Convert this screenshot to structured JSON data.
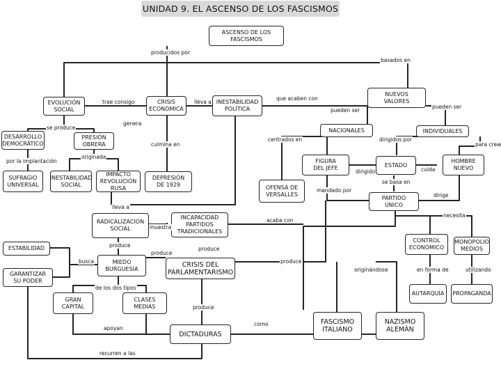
{
  "title": "UNIDAD 9. EL ASCENSO DE LOS FASCISMOS",
  "nodes": {
    "ascenso": "ASCENSO DE LOS\nFASCISMOS",
    "evolucion": "EVOLUCIÓN\nSOCIAL",
    "crisis_economica": "CRISIS\nECONÓMICA",
    "inestabilidad_politica": "INESTABILIDAD\nPOLÍTICA",
    "nuevos_valores": "NUEVOS\nVALORES",
    "desarrollo": "DESARROLLO\nDEMOCRÁTICO",
    "presion": "PRESIÓN\nOBRERA",
    "nacionales": "NACIONALES",
    "individuales": "INDIVIDUALES",
    "figura_jefe": "FIGURA\nDEL JEFE",
    "estado": "ESTADO",
    "hombre_nuevo": "HOMBRE\nNUEVO",
    "sufragio": "SUFRAGIO\nUNIVERSAL",
    "inestabilidad_social": "INESTABILIDAD\nSOCIAL",
    "impacto": "IMPACTO\nREVOLUCIÓN\nRUSA",
    "depresion": "DEPRESIÓN\nDE 1929",
    "ofensa": "OFENSA DE\nVERSALLES",
    "partido_unico": "PARTIDO\nÚNICO",
    "radicalizacion": "RADICALIZACIÓN\nSOCIAL",
    "incapacidad": "INCAPACIDAD\nPARTIDOS\nTRADICIONALES",
    "estabilidad": "ESTABILIDAD",
    "garantizar": "GARANTIZAR\nSU PODER",
    "miedo": "MIEDO\nBURGUESÍA",
    "crisis_parlamentarismo": "CRISIS DEL\nPARLAMENTARISMO",
    "control_economico": "CONTROL\nECONÓMICO",
    "monopolio": "MONOPOLIO\nMEDIOS",
    "gran_capital": "GRAN\nCAPITAL",
    "clases_medias": "CLASES\nMEDIAS",
    "autarquia": "AUTARQUÍA",
    "propaganda": "PROPAGANDA",
    "fascismo_italiano": "FASCISMO\nITALIANO",
    "nazismo_aleman": "NAZISMO\nALEMÁN",
    "dictaduras": "DICTADURAS"
  },
  "labels": {
    "producidos_por": "producidos por",
    "basados_en": "basados en",
    "trae_consigo": "trae consigo",
    "lleva_a_1": "lleva a",
    "que_acaben_con": "que acaben con",
    "pueden_ser_1": "pueden ser",
    "pueden_ser_2": "pueden ser",
    "se_produce": "se produce",
    "genera": "genera",
    "culmina_en": "culmina en",
    "centrados_en": "centrados en",
    "dirigidos_por": "dirigidos por",
    "para_crear": "para crear",
    "por_la_implantacion": "por la implantación",
    "originada": "originada",
    "dirigido": "dirigido",
    "cuida": "cuida",
    "se_basa_en": "se basa en",
    "mandado_por": "mandado por",
    "dirige": "dirige",
    "lleva_a_2": "lleva a",
    "muestra": "muestra",
    "acaba_con": "acaba con",
    "necesita": "necesita",
    "produce_1": "produce",
    "produce_2": "produce",
    "produce_3": "produce",
    "produce_4": "produce",
    "produce_5": "produce",
    "busca": "busca",
    "originandose": "originándose",
    "en_forma_de": "en forma de",
    "utilizando": "utilizando",
    "de_los_dos_tipos": "de los dos tipos",
    "apoyan": "apoyan",
    "como": "como",
    "recurren_a_las": "recurren a las"
  },
  "colors": {
    "line": "#222222",
    "title_bg": "#d9d9d9"
  }
}
